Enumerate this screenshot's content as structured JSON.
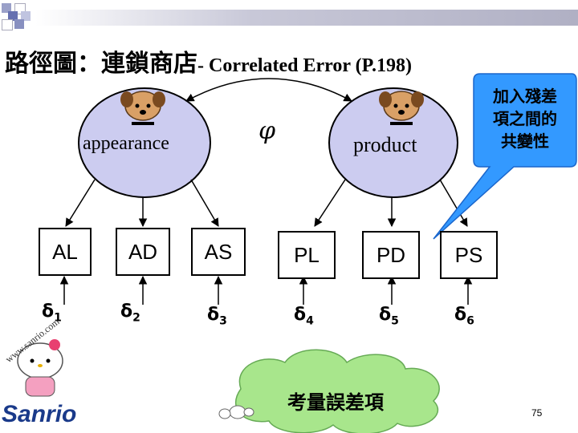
{
  "title": {
    "zh": "路徑圖：連鎖商店",
    "en": "- Correlated Error (P.198)"
  },
  "factors": [
    {
      "id": "appearance",
      "label": "appearance"
    },
    {
      "id": "product",
      "label": "product"
    }
  ],
  "phi_symbol": "φ",
  "indicators": [
    "AL",
    "AD",
    "AS",
    "PL",
    "PD",
    "PS"
  ],
  "errors": [
    {
      "symbol": "δ",
      "sub": "1"
    },
    {
      "symbol": "δ",
      "sub": "2"
    },
    {
      "symbol": "δ",
      "sub": "3"
    },
    {
      "symbol": "δ",
      "sub": "4"
    },
    {
      "symbol": "δ",
      "sub": "5"
    },
    {
      "symbol": "δ",
      "sub": "6"
    }
  ],
  "callout": {
    "lines": [
      "加入殘差",
      "項之間的",
      "共變性"
    ]
  },
  "cloud": {
    "text": "考量誤差項"
  },
  "page_number": "75",
  "logo": {
    "text": "Sanrio",
    "website": "www.sanrio.com"
  },
  "colors": {
    "factor_fill": "#ccccf0",
    "callout_fill": "#3399ff",
    "cloud_fill": "#a8e68c",
    "bar_grey": "#b8b8c8"
  }
}
